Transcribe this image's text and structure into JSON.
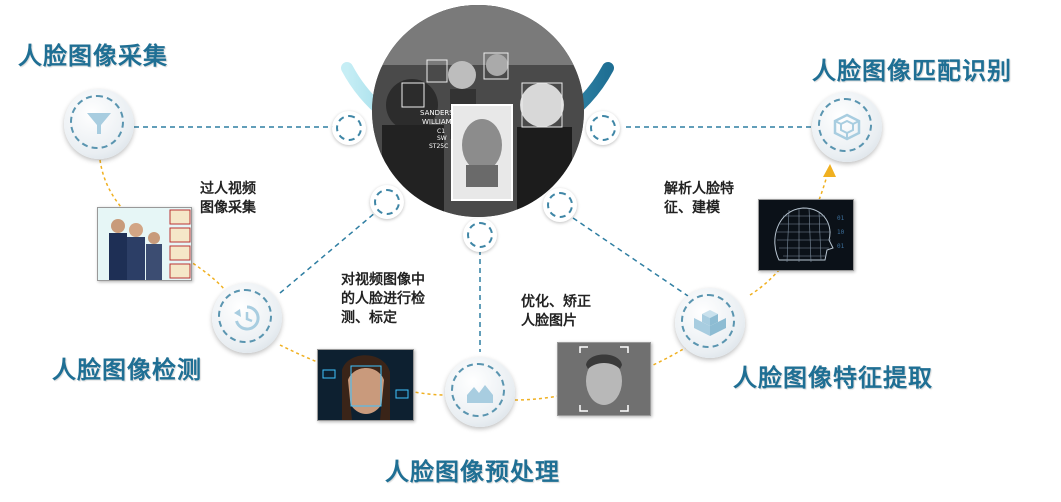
{
  "steps": {
    "acquisition": "人脸图像采集",
    "detection": "人脸图像检测",
    "preprocessing": "人脸图像预处理",
    "extraction": "人脸图像特征提取",
    "matching": "人脸图像匹配识别"
  },
  "notes": {
    "acquisition": [
      "过人视频",
      "图像采集"
    ],
    "detection": [
      "对视频图像中",
      "的人脸进行检",
      "测、标定"
    ],
    "preprocessing": [
      "优化、矫正",
      "人脸图片"
    ],
    "extraction": [
      "解析人脸特",
      "征、建模"
    ]
  },
  "center_photo_labels": {
    "name_line1": "SANDERS",
    "name_line2": "WILLIAM",
    "code1": "C1",
    "code2": "SW",
    "code3": "ST25C"
  },
  "icons": {
    "acquisition": "funnel-icon",
    "detection": "refresh-clock-icon",
    "preprocessing": "area-chart-icon",
    "extraction": "cubes-icon",
    "matching": "wireframe-cube-icon"
  },
  "colors": {
    "title": "#1f6f94",
    "arc_light": "#8dd3e0",
    "arc_dark": "#1f6f94",
    "connector": "#2f7ea2",
    "arrow": "#f0b020"
  }
}
